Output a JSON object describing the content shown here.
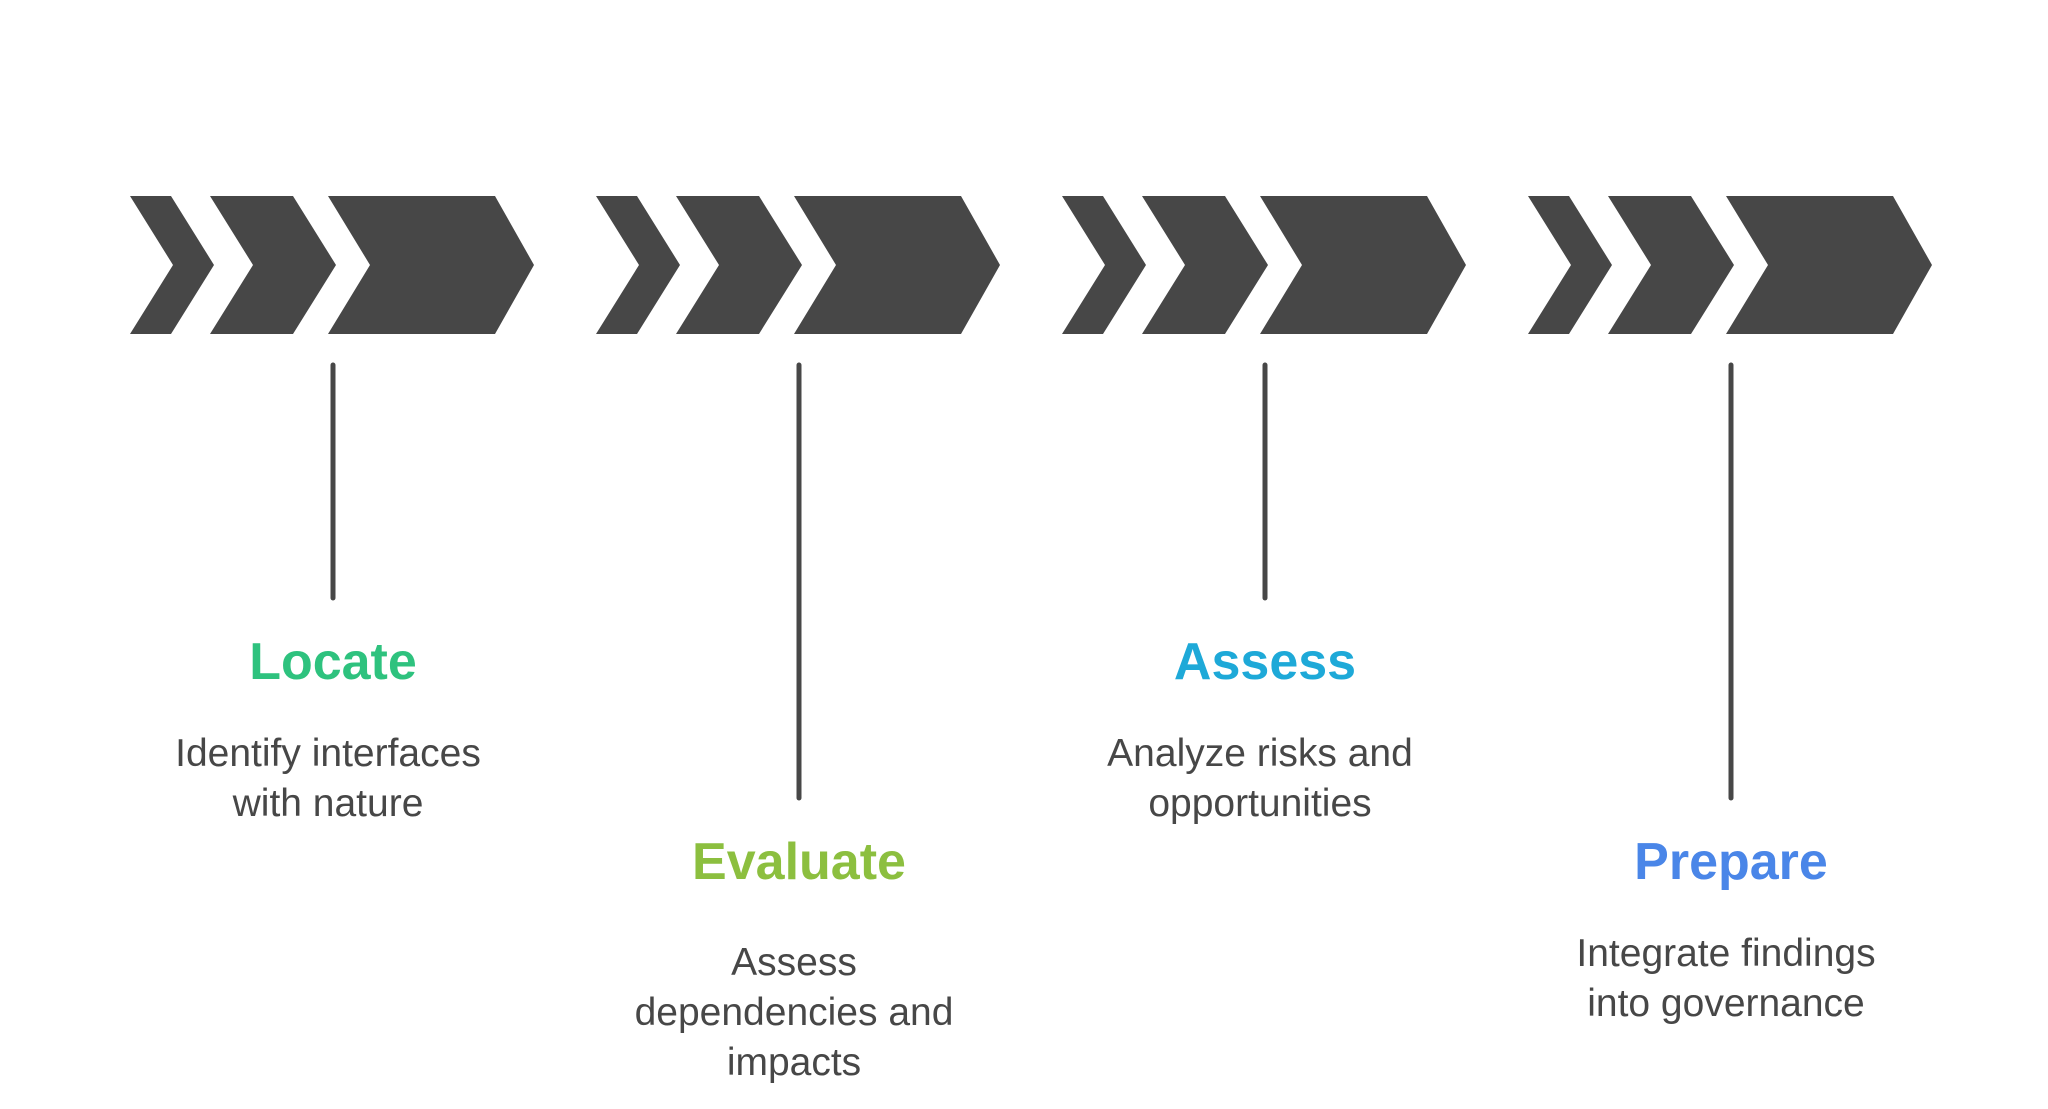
{
  "diagram": {
    "arrow_color": "#474747",
    "connector_color": "#474747",
    "stages": [
      {
        "title": "Locate",
        "title_color": "#2ec27e",
        "description": "Identify interfaces with nature"
      },
      {
        "title": "Evaluate",
        "title_color": "#8cbf3f",
        "description": "Assess dependencies and impacts"
      },
      {
        "title": "Assess",
        "title_color": "#1ea9d8",
        "description": "Analyze risks and opportunities"
      },
      {
        "title": "Prepare",
        "title_color": "#4a86e8",
        "description": "Integrate findings into governance"
      }
    ]
  }
}
